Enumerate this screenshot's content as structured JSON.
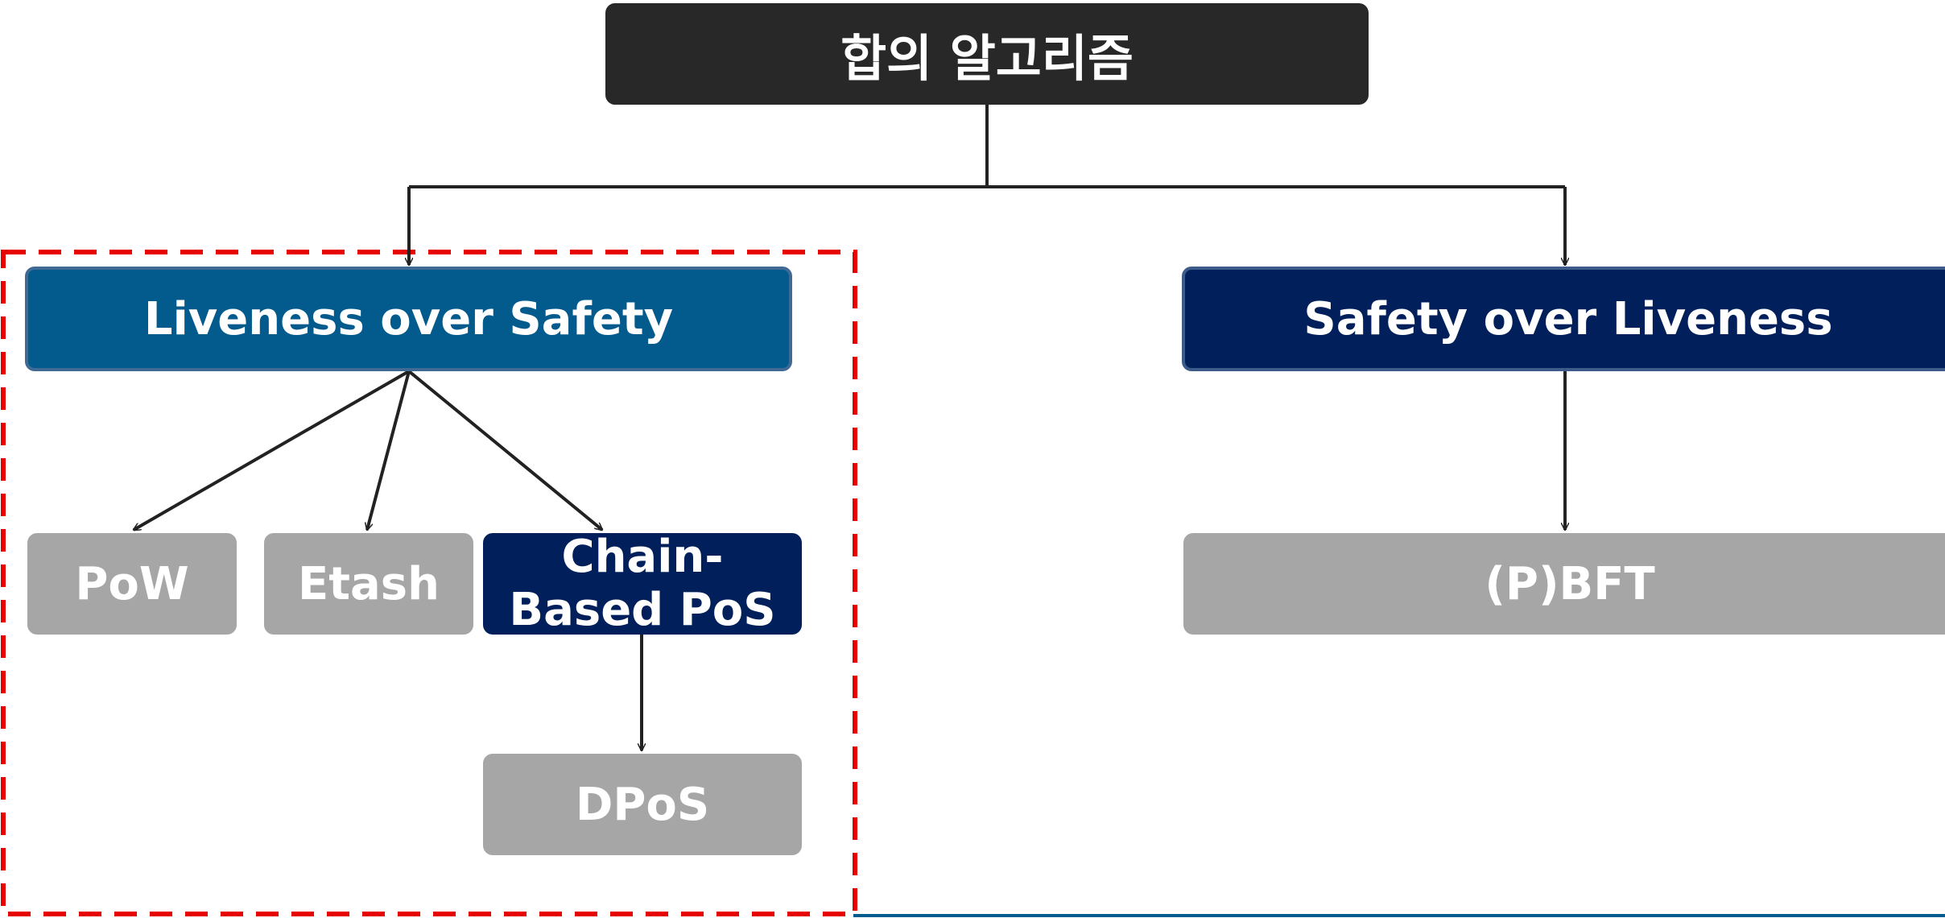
{
  "root": {
    "label": "합의 알고리즘"
  },
  "categories": {
    "left": {
      "label": "Liveness over Safety"
    },
    "right": {
      "label": "Safety over Liveness"
    }
  },
  "leaves": {
    "pow": {
      "label": "PoW"
    },
    "etash": {
      "label": "Etash"
    },
    "chain": {
      "label": "Chain-\nBased PoS"
    },
    "dpos": {
      "label": "DPoS"
    },
    "bft": {
      "label": "(P)BFT"
    }
  },
  "colors": {
    "root": "#282828",
    "liveness": "#035a8c",
    "safety": "#011f5b",
    "leaf_gray": "#a6a6a6",
    "highlight_dash": "#e60000"
  }
}
